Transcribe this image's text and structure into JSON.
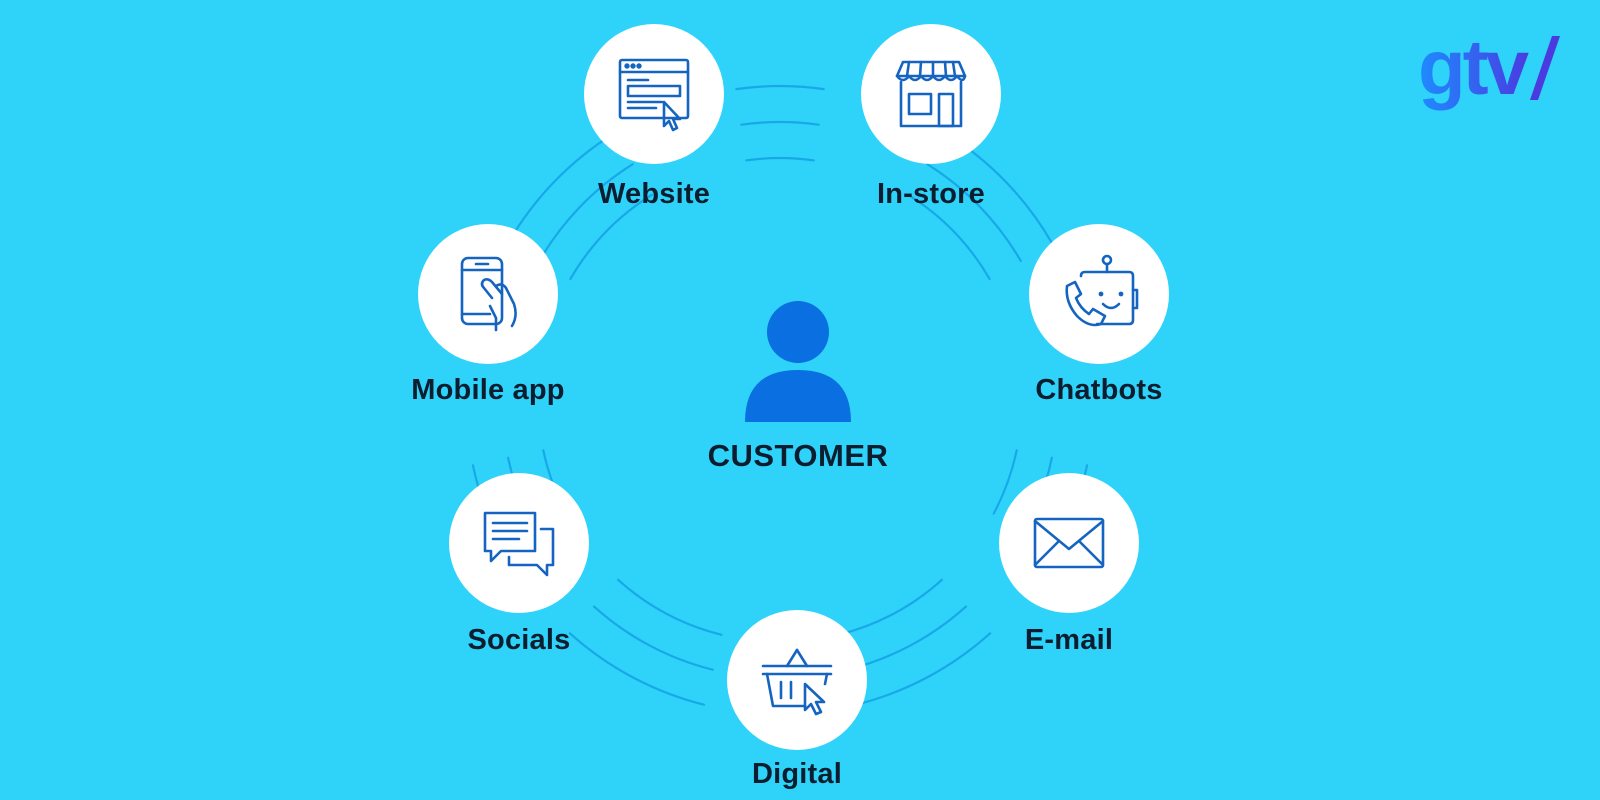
{
  "center": {
    "label": "CUSTOMER",
    "icon": "person-icon"
  },
  "channels": [
    {
      "id": "website",
      "label": "Website",
      "icon": "browser-window-icon"
    },
    {
      "id": "in-store",
      "label": "In-store",
      "icon": "storefront-icon"
    },
    {
      "id": "chatbots",
      "label": "Chatbots",
      "icon": "robot-phone-icon"
    },
    {
      "id": "email",
      "label": "E-mail",
      "icon": "envelope-icon"
    },
    {
      "id": "digital",
      "label": "Digital",
      "icon": "shopping-basket-cursor-icon"
    },
    {
      "id": "socials",
      "label": "Socials",
      "icon": "chat-bubbles-icon"
    },
    {
      "id": "mobile-app",
      "label": "Mobile app",
      "icon": "smartphone-hand-icon"
    }
  ],
  "logo": {
    "text": "gtv",
    "colors": [
      "#1e8cff",
      "#4a3ae0"
    ]
  },
  "colors": {
    "background": "#2fd3fa",
    "node_fill": "#ffffff",
    "icon_stroke": "#1565c0",
    "person_fill": "#0a6fe0",
    "ring_stroke": "#17a8e8",
    "label_text": "#0b1d2e"
  }
}
